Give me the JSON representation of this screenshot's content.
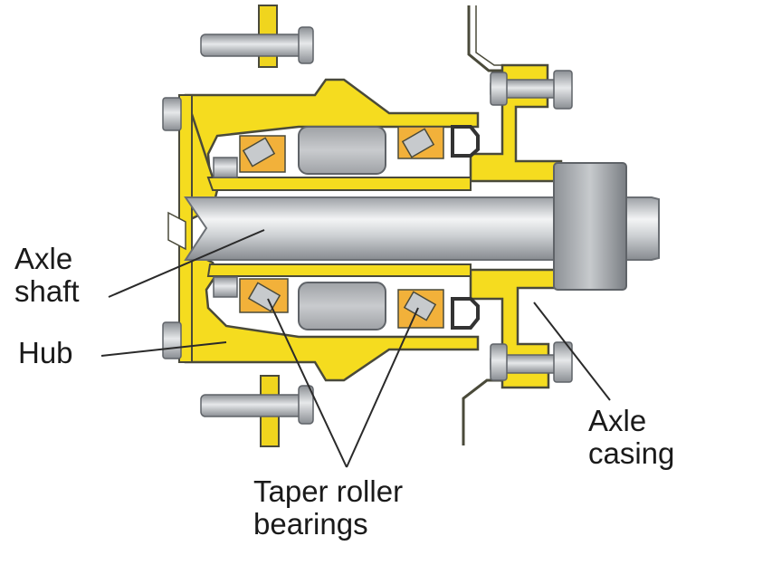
{
  "labels": {
    "axle_shaft": [
      "Axle",
      "shaft"
    ],
    "hub": "Hub",
    "taper_roller_bearings": [
      "Taper roller",
      "bearings"
    ],
    "axle_casing": [
      "Axle",
      "casing"
    ]
  },
  "colors": {
    "hub_yellow": "#f5dc1f",
    "outline": "#4a4a3a",
    "steel_light": "#e8eaec",
    "steel_mid": "#b9bcc0",
    "steel_dark": "#7d8186",
    "bearing_orange": "#f2b13a",
    "bearing_block": "#b3b5b8",
    "text": "#1a1a1a"
  },
  "icons": [
    "hub-assembly",
    "axle-shaft",
    "taper-roller-bearing",
    "stud-bolt",
    "oil-seal",
    "axle-casing"
  ]
}
